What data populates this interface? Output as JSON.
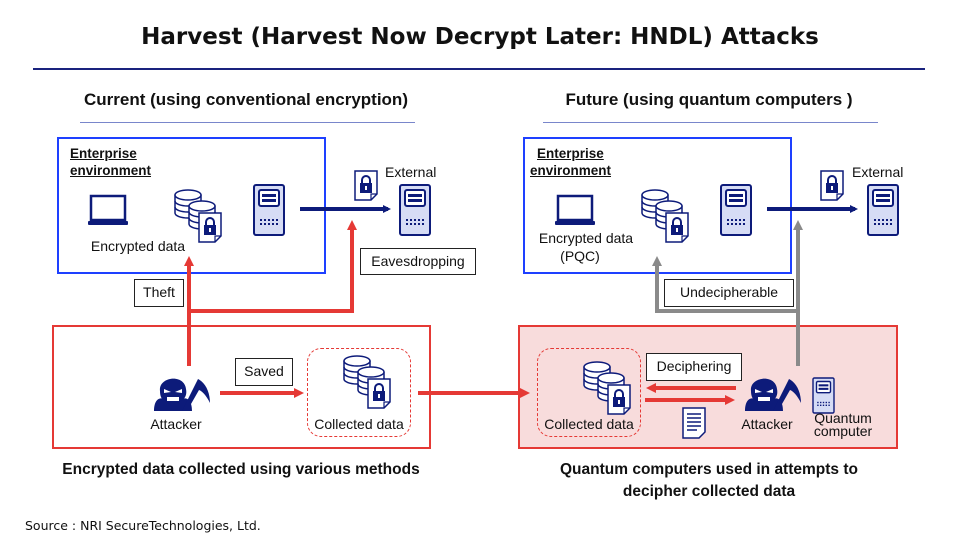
{
  "title": "Harvest (Harvest Now Decrypt Later: HNDL) Attacks",
  "colors": {
    "navy": "#0d1b7a",
    "blue_border": "#1e40ff",
    "red": "#e53935",
    "gray": "#8a8a8a",
    "pink_fill": "#f8dcdc"
  },
  "current": {
    "heading": "Current (using conventional encryption)",
    "enterprise_line1": "Enterprise",
    "enterprise_line2": "environment",
    "encrypted_data": "Encrypted data",
    "external": "External",
    "eavesdropping": "Eavesdropping",
    "theft": "Theft",
    "saved": "Saved",
    "attacker": "Attacker",
    "collected_data": "Collected data",
    "caption": "Encrypted data collected using various methods"
  },
  "future": {
    "heading": "Future (using quantum computers )",
    "enterprise_line1": "Enterprise",
    "enterprise_line2": "environment",
    "encrypted_data": "Encrypted data",
    "pqc": "(PQC)",
    "external": "External",
    "undecipherable": "Undecipherable",
    "deciphering": "Deciphering",
    "attacker": "Attacker",
    "collected_data": "Collected data",
    "quantum_line1": "Quantum",
    "quantum_line2": "computer",
    "caption_line1": "Quantum computers used in attempts to",
    "caption_line2": "decipher collected data"
  },
  "source": "Source : NRI SecureTechnologies, Ltd."
}
